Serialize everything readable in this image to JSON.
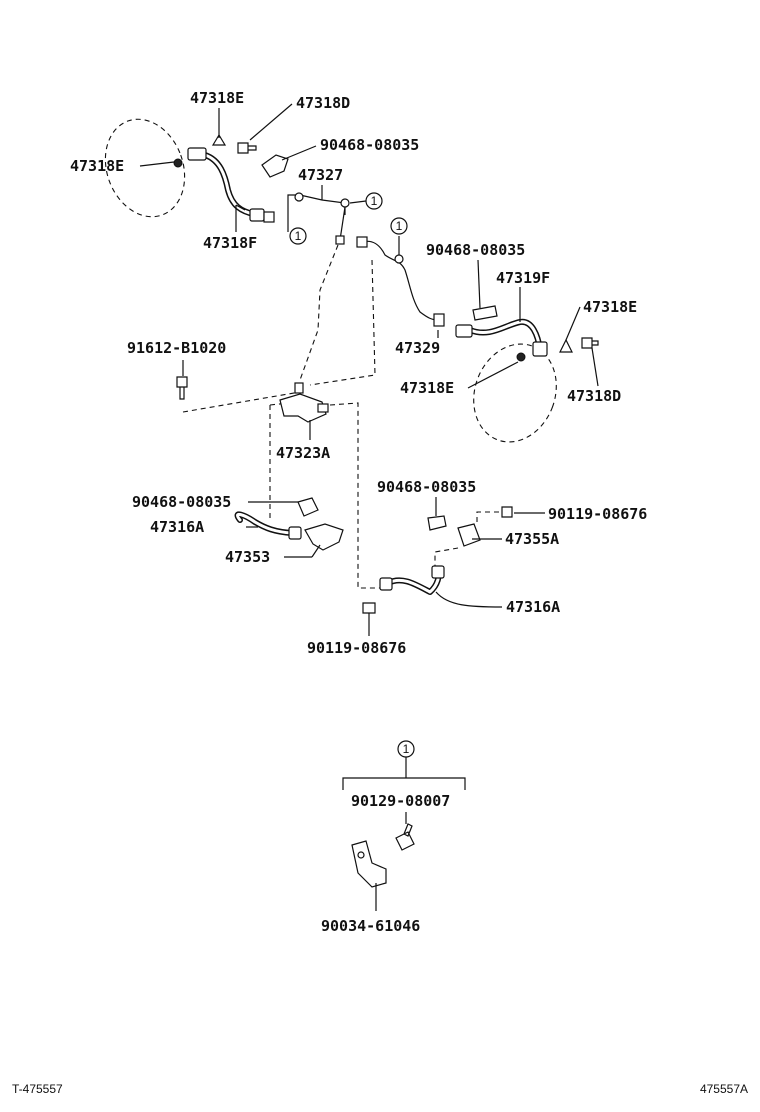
{
  "labels": {
    "p47318E_top": "47318E",
    "p47318D_top": "47318D",
    "p90468_08035_a": "90468-08035",
    "p47318E_left": "47318E",
    "p47327": "47327",
    "p47318F": "47318F",
    "p90468_08035_b": "90468-08035",
    "p47319F": "47319F",
    "p47318E_right": "47318E",
    "p91612_B1020": "91612-B1020",
    "p47329": "47329",
    "p47318E_mid": "47318E",
    "p47318D_right": "47318D",
    "p47323A": "47323A",
    "p90468_08035_c": "90468-08035",
    "p90468_08035_d": "90468-08035",
    "p90119_08676_a": "90119-08676",
    "p47316A_left": "47316A",
    "p47355A": "47355A",
    "p47353": "47353",
    "p47316A_right": "47316A",
    "p90119_08676_b": "90119-08676",
    "p90129_08007": "90129-08007",
    "p90034_61046": "90034-61046"
  },
  "callout_marks": {
    "c1": "1",
    "c2": "1",
    "c3": "1",
    "c4": "1"
  },
  "footer": {
    "left_ref": "T-475557",
    "right_ref": "475557A"
  }
}
